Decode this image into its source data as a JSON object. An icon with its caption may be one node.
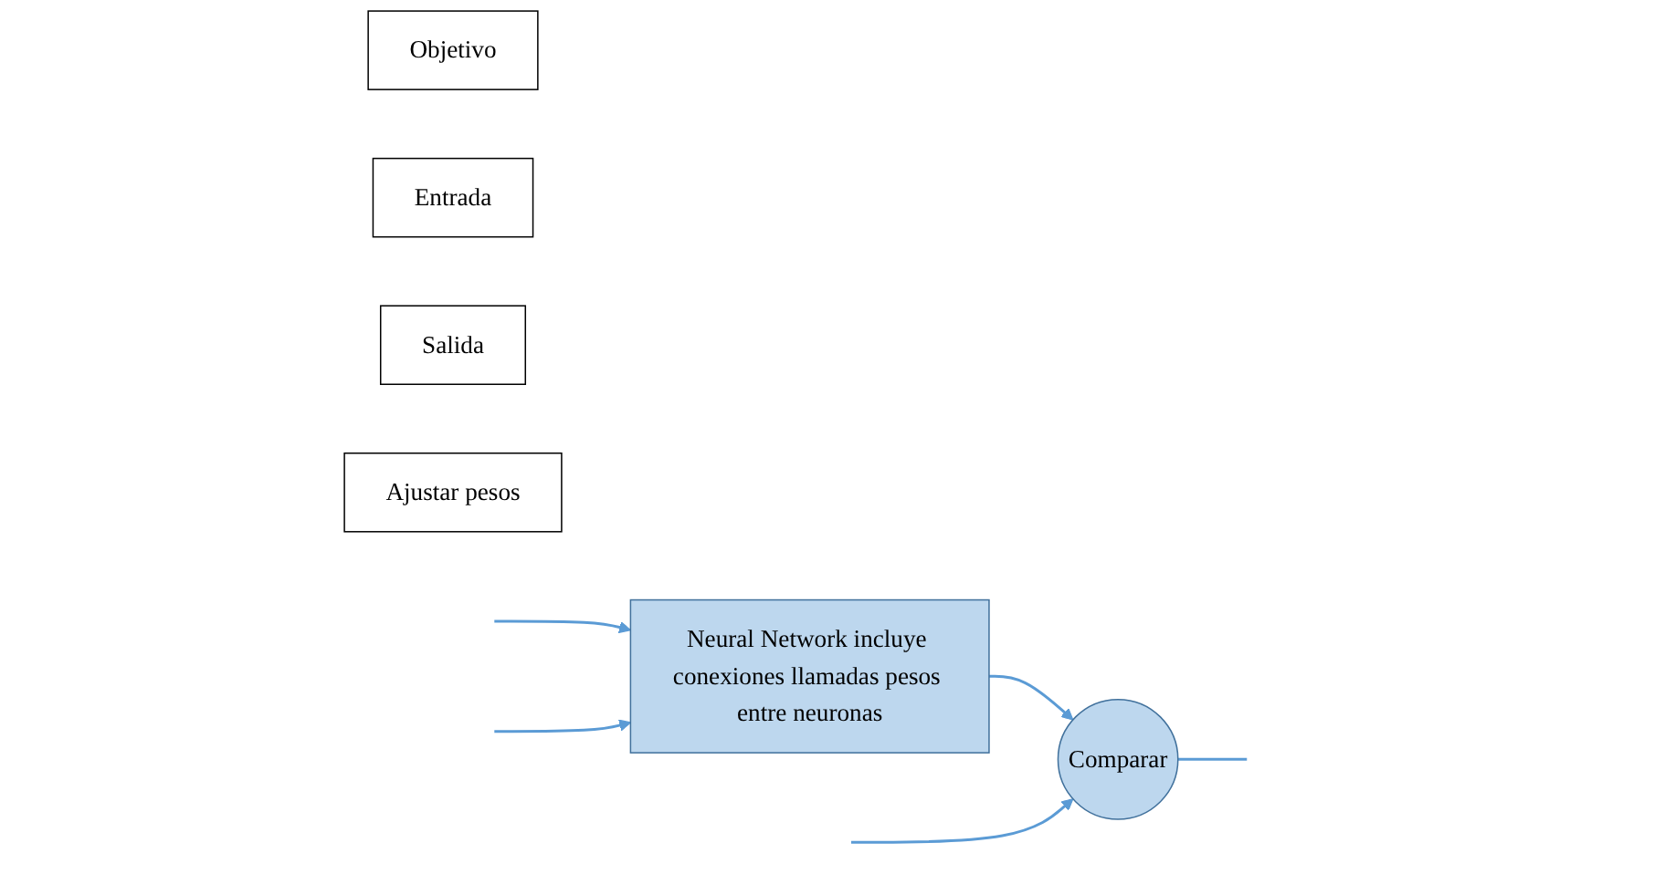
{
  "diagram": {
    "nodes": [
      {
        "text": [
          "Objetivo"
        ]
      },
      {
        "text": [
          "Neural Network incluye conexiones llamadas pesos entre neuronas"
        ]
      },
      {
        "text": [
          "Comparar"
        ]
      },
      {
        "text": [
          "Entrada"
        ]
      },
      {
        "text": [
          "Salida"
        ]
      },
      {
        "text": [
          "Ajustar pesos"
        ]
      }
    ],
    "edges": [
      {
        "from": null,
        "to": 1,
        "arrow": "to"
      },
      {
        "from": 1,
        "to": 2,
        "arrow": "to"
      },
      {
        "from": null,
        "to": 2,
        "arrow": "to"
      },
      {
        "from": 2,
        "to": null,
        "arrow": "none"
      },
      {
        "from": null,
        "to": 1,
        "arrow": "to"
      }
    ]
  }
}
